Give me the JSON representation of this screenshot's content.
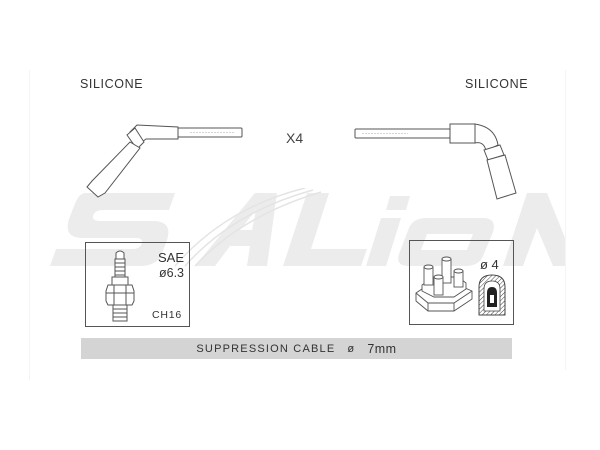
{
  "watermark": {
    "text": "SALiON",
    "color": "#ececec"
  },
  "left_cable": {
    "material_label": "SILICONE",
    "print_text": "SALION SILICONE"
  },
  "quantity_label": "X4",
  "right_cable": {
    "material_label": "SILICONE",
    "print_text": "SALION CABLE"
  },
  "spark_plug_box": {
    "standard": "SAE",
    "diameter": "ø6.3",
    "hex_size": "CH16"
  },
  "coil_box": {
    "diameter": "ø 4"
  },
  "cable_spec_bar": {
    "type": "SUPPRESSION CABLE",
    "diameter_symbol": "ø",
    "size": "7mm",
    "color": "#d4d4d4"
  },
  "colors": {
    "line": "#555555",
    "text": "#333333",
    "watermark": "#ececec"
  }
}
